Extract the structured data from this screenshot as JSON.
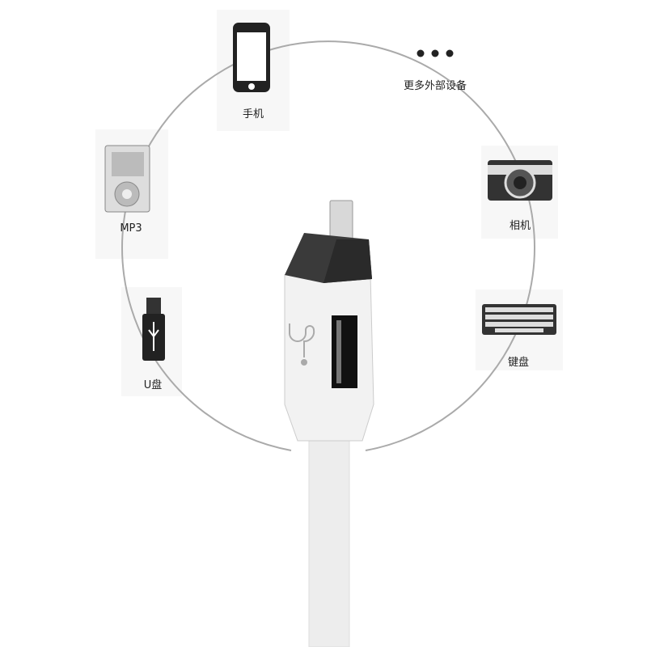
{
  "devices": {
    "phone": {
      "label": "手机",
      "icon": "phone-icon"
    },
    "more": {
      "label": "更多外部设备",
      "icon": "more-dots-icon",
      "dots": "• • •"
    },
    "camera": {
      "label": "相机",
      "icon": "camera-icon"
    },
    "keyboard": {
      "label": "键盘",
      "icon": "keyboard-icon"
    },
    "usb_drive": {
      "label": "U盘",
      "icon": "usb-drive-icon"
    },
    "mp3": {
      "label": "MP3",
      "icon": "mp3-player-icon"
    }
  },
  "colors": {
    "ring": "#aaaaaa",
    "adapter_cap": "#3a3a3a",
    "adapter_body": "#f2f2f2",
    "cable": "#ededed"
  }
}
